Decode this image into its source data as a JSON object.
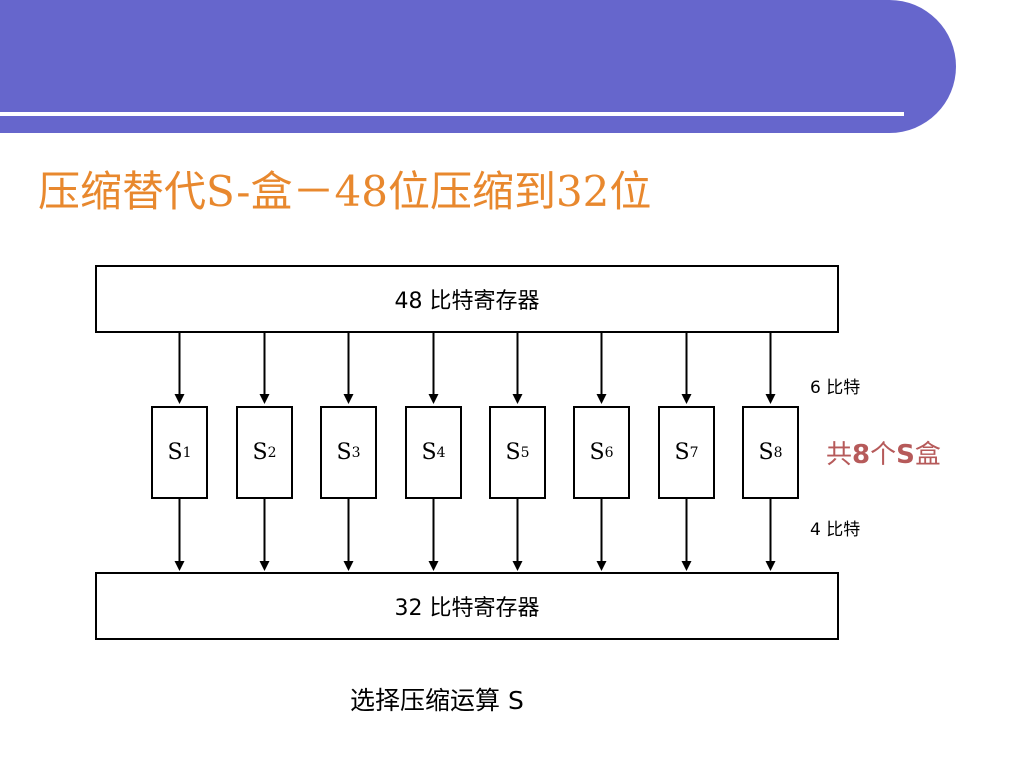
{
  "slide": {
    "title": "压缩替代S-盒－48位压缩到32位"
  },
  "diagram": {
    "top_register": "48 比特寄存器",
    "bottom_register": "32 比特寄存器",
    "sboxes": [
      {
        "letter": "S",
        "index": "1"
      },
      {
        "letter": "S",
        "index": "2"
      },
      {
        "letter": "S",
        "index": "3"
      },
      {
        "letter": "S",
        "index": "4"
      },
      {
        "letter": "S",
        "index": "5"
      },
      {
        "letter": "S",
        "index": "6"
      },
      {
        "letter": "S",
        "index": "7"
      },
      {
        "letter": "S",
        "index": "8"
      }
    ],
    "input_bits_note": "6 比特",
    "output_bits_note": "4 比特",
    "total_note": {
      "prefix": "共",
      "count": "8",
      "mid": "个",
      "s": "S",
      "suffix": "盒"
    },
    "caption": "选择压缩运算 S"
  },
  "colors": {
    "header": "#6666cc",
    "title": "#e8882e",
    "total_note": "#b65a5a"
  }
}
